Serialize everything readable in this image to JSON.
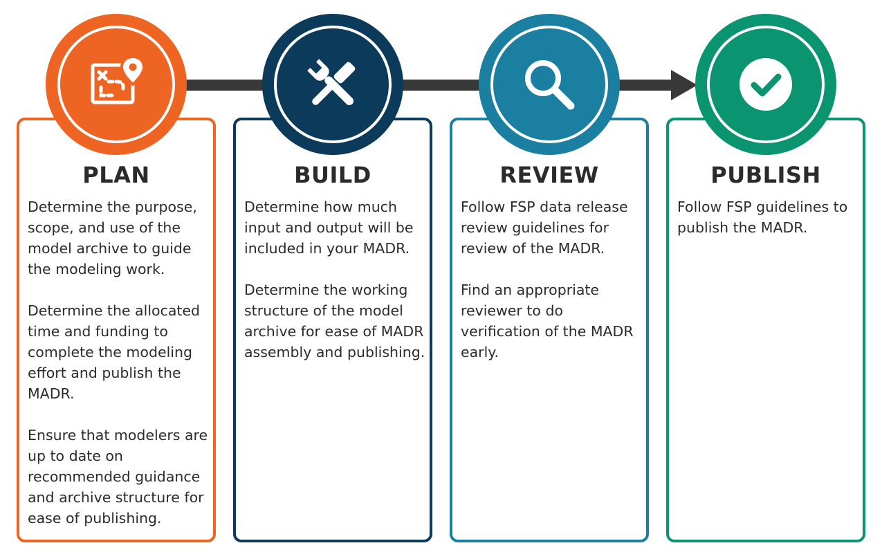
{
  "colors": {
    "plan": "#ee6523",
    "build": "#0c3a5b",
    "review": "#1b7fa1",
    "publish": "#0b9470",
    "connector": "#383838"
  },
  "steps": [
    {
      "title": "PLAN",
      "icon": "map-location-icon",
      "paragraphs": [
        "Determine the purpose, scope, and use of the model archive to guide the modeling work.",
        "Determine the allocated time and funding to complete the modeling effort and publish the MADR.",
        "Ensure that modelers are up to date on recommended guidance and archive structure for ease of publishing."
      ]
    },
    {
      "title": "BUILD",
      "icon": "tools-icon",
      "paragraphs": [
        "Determine how much input and output will be included in your MADR.",
        "Determine the working structure of the model archive for ease of MADR assembly and publishing."
      ]
    },
    {
      "title": "REVIEW",
      "icon": "magnifier-icon",
      "paragraphs": [
        "Follow FSP data release review guidelines for review of the MADR.",
        "Find an appropriate reviewer to do verification of the MADR early."
      ]
    },
    {
      "title": "PUBLISH",
      "icon": "checkmark-icon",
      "paragraphs": [
        "Follow FSP guidelines to publish the MADR."
      ]
    }
  ]
}
